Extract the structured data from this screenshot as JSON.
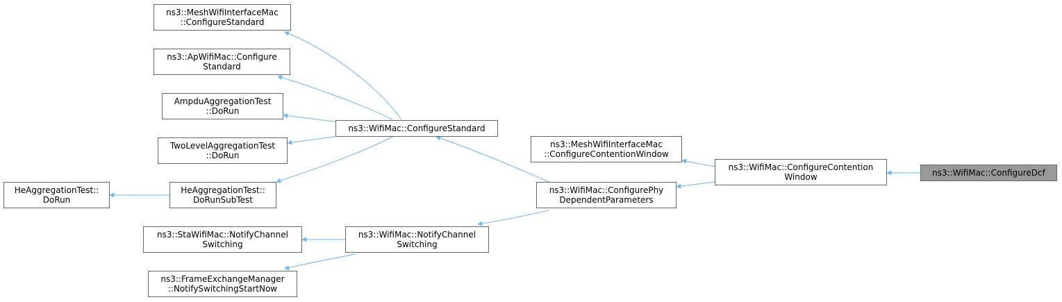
{
  "diagram": {
    "edge_color": "#63b8ff",
    "node_border": "#666666",
    "focus_fill": "#999999",
    "nodes": {
      "mesh_cfgstd": {
        "line1": "ns3::MeshWifiInterfaceMac",
        "line2": "::ConfigureStandard"
      },
      "ap_cfgstd": {
        "line1": "ns3::ApWifiMac::Configure",
        "line2": "Standard"
      },
      "ampdu_dorun": {
        "line1": "AmpduAggregationTest",
        "line2": "::DoRun"
      },
      "twolevel_dorun": {
        "line1": "TwoLevelAggregationTest",
        "line2": "::DoRun"
      },
      "he_dorun": {
        "line1": "HeAggregationTest::",
        "line2": "DoRun"
      },
      "he_dorunsub": {
        "line1": "HeAggregationTest::",
        "line2": "DoRunSubTest"
      },
      "wifimac_cfgstd": {
        "line1": "ns3::WifiMac::ConfigureStandard",
        "line2": ""
      },
      "mesh_cfgcw": {
        "line1": "ns3::MeshWifiInterfaceMac",
        "line2": "::ConfigureContentionWindow"
      },
      "wifimac_cfgphy": {
        "line1": "ns3::WifiMac::ConfigurePhy",
        "line2": "DependentParameters"
      },
      "wifimac_cfgcw": {
        "line1": "ns3::WifiMac::ConfigureContention",
        "line2": "Window"
      },
      "wifimac_cfgdcf": {
        "line1": "ns3::WifiMac::ConfigureDcf",
        "line2": ""
      },
      "sta_notify": {
        "line1": "ns3::StaWifiMac::NotifyChannel",
        "line2": "Switching"
      },
      "wifimac_notify": {
        "line1": "ns3::WifiMac::NotifyChannel",
        "line2": "Switching"
      },
      "fem_notify": {
        "line1": "ns3::FrameExchangeManager",
        "line2": "::NotifySwitchingStartNow"
      }
    }
  }
}
